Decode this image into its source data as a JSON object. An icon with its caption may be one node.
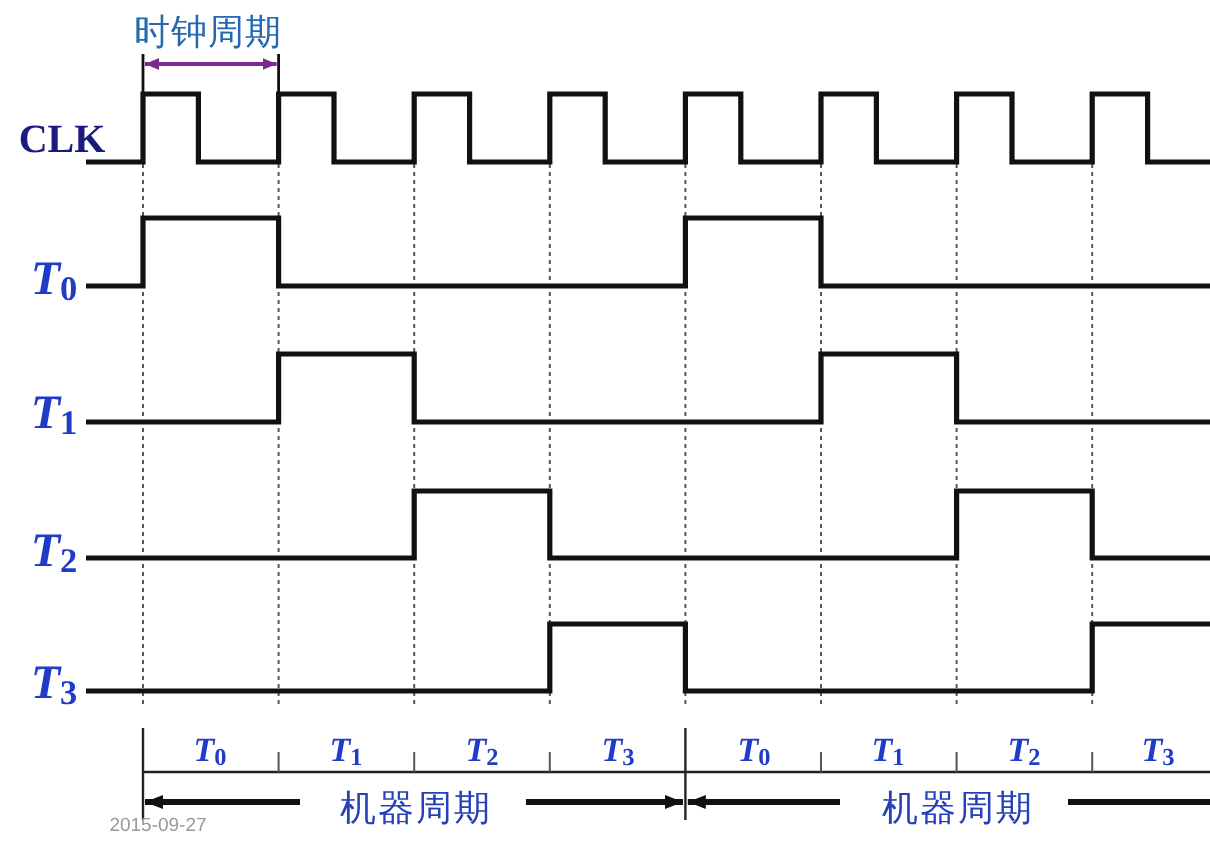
{
  "diagram": {
    "labels": [
      "时钟周期",
      "CLK",
      "*T*$_{0}$",
      "*T*$_{1}$",
      "*T*$_{2}$",
      "*T*$_{3}$",
      "*T*$_{0}$",
      "*T*$_{1}$",
      "*T*$_{2}$",
      "*T*$_{3}$",
      "*T*$_{0}$",
      "*T*$_{1}$",
      "*T*$_{2}$",
      "*T*$_{3}$",
      "机器周期",
      "机器周期",
      "2015-09-27"
    ]
  }
}
